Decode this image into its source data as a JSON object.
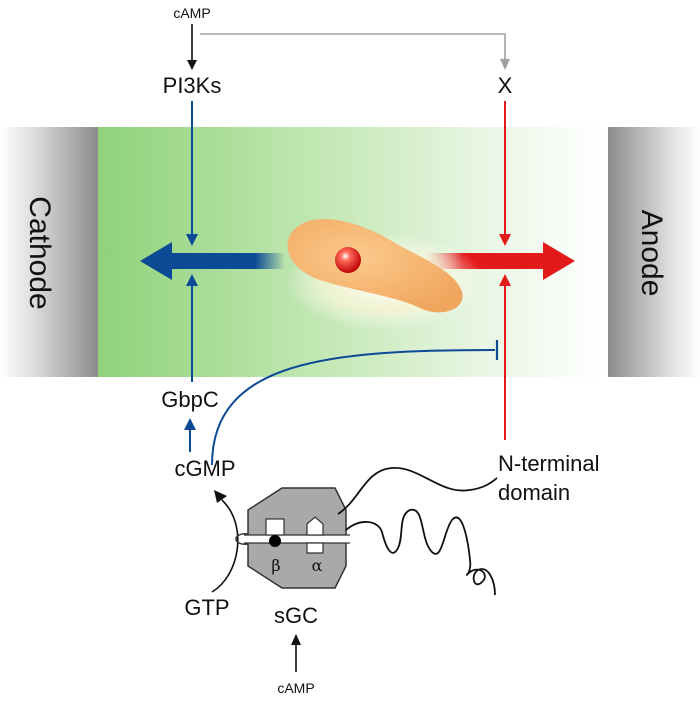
{
  "labels": {
    "camp_top": "cAMP",
    "pi3ks": "PI3Ks",
    "x": "X",
    "cathode": "Cathode",
    "anode": "Anode",
    "gbpc": "GbpC",
    "cgmp": "cGMP",
    "n_terminal_line1": "N-terminal",
    "n_terminal_line2": "domain",
    "beta": "β",
    "alpha": "α",
    "gtp": "GTP",
    "sgc": "sGC",
    "camp_bottom": "cAMP"
  },
  "colors": {
    "blue_pathway": "#0d4a96",
    "red_pathway": "#e21a1a",
    "gray_pathway": "#a0a0a0",
    "field_green": "#8fd27a",
    "enzyme_gray": "#a9a9a9",
    "cell_orange": "#f5b16b",
    "nucleus_red": "#e41e1e"
  }
}
